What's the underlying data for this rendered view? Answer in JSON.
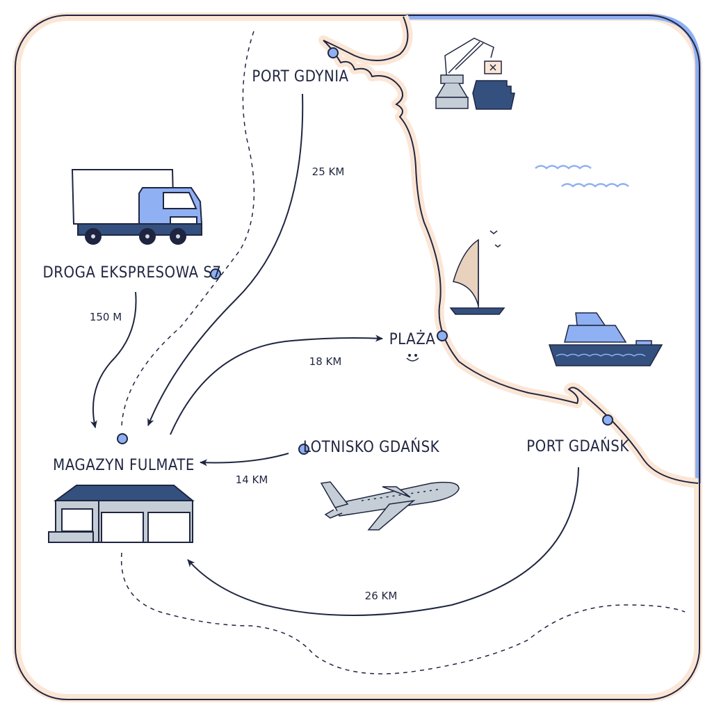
{
  "map": {
    "locations": {
      "port_gdynia": "PORT GDYNIA",
      "droga_s7": "DROGA EKSPRESOWA S7",
      "plaza": "PLAŻA",
      "magazyn": "MAGAZYN FULMATE",
      "lotnisko": "LOTNISKO GDAŃSK",
      "port_gdansk": "PORT GDAŃSK"
    },
    "distances": {
      "gdynia": "25 KM",
      "s7": "150 M",
      "plaza": "18 KM",
      "lotnisko": "14 KM",
      "gdansk": "26 KM"
    },
    "colors": {
      "ink": "#1f2540",
      "accent_blue": "#8fb0f2",
      "coast_beige": "#fbe6d6",
      "navy": "#34507f"
    }
  }
}
